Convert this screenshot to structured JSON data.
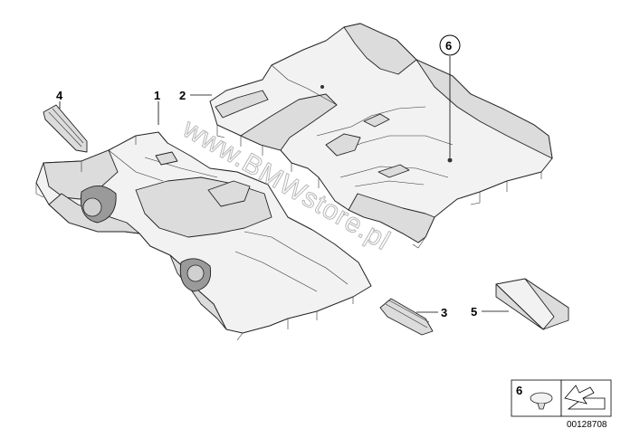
{
  "diagram": {
    "watermark": "www.BMWstore.pl",
    "reference_number": "00128708",
    "callouts": [
      {
        "id": "callout-1",
        "label": "1"
      },
      {
        "id": "callout-2",
        "label": "2"
      },
      {
        "id": "callout-3",
        "label": "3"
      },
      {
        "id": "callout-4",
        "label": "4"
      },
      {
        "id": "callout-5",
        "label": "5"
      },
      {
        "id": "callout-6",
        "label": "6"
      }
    ],
    "legend": {
      "callout_label": "6"
    }
  }
}
